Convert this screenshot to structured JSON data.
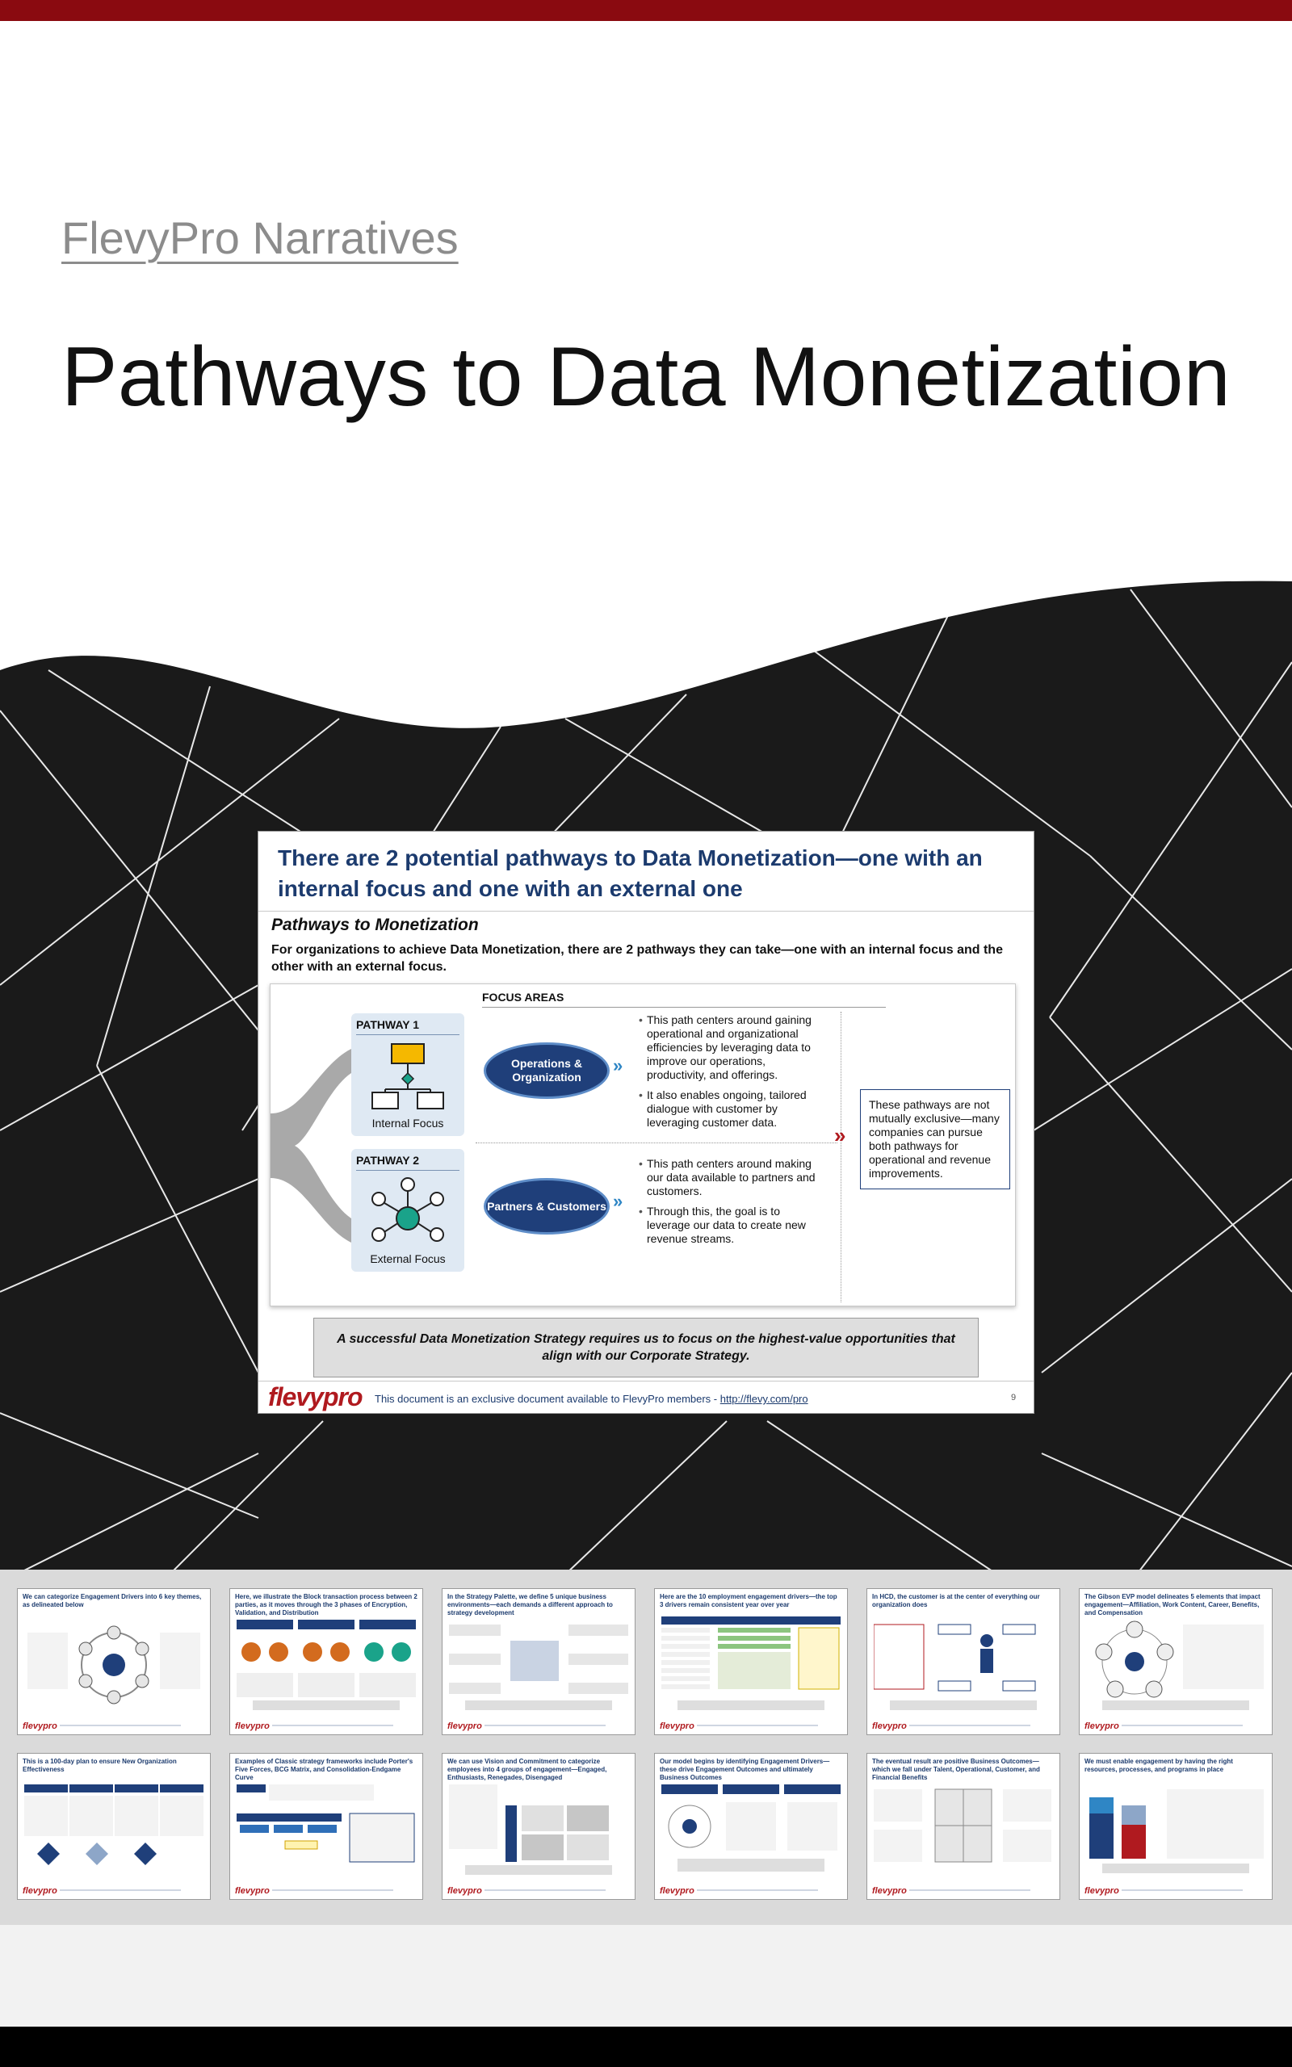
{
  "brand_label": "FlevyPro Narratives",
  "main_title": "Pathways to Data Monetization",
  "slide": {
    "title": "There are 2 potential pathways to Data Monetization—one with an internal focus and one with an external one",
    "section_title": "Pathways to Monetization",
    "intro": "For organizations to achieve Data Monetization, there are 2 pathways they can take—one with an internal focus and the other with an external focus.",
    "focus_areas_label": "FOCUS AREAS",
    "pathway1": {
      "label": "PATHWAY 1",
      "name": "Internal Focus",
      "oval": "Operations & Organization",
      "bullets": [
        "This path centers around gaining operational and organizational efficiencies by leveraging data to improve our operations, productivity, and offerings.",
        "It also enables ongoing, tailored dialogue with customer by leveraging customer data."
      ]
    },
    "pathway2": {
      "label": "PATHWAY 2",
      "name": "External Focus",
      "oval": "Partners & Customers",
      "bullets": [
        "This path centers around making our data available to partners and customers.",
        "Through this, the goal is to leverage our data to create new revenue streams."
      ]
    },
    "callout": "These pathways are not mutually exclusive—many companies can pursue both pathways for operational and revenue improvements.",
    "quote": "A successful Data Monetization Strategy requires us to focus on the highest-value opportunities that align with our Corporate Strategy.",
    "footer_logo": "flevypro",
    "footer_text": "This document is an exclusive document available to FlevyPro members - ",
    "footer_link": "http://flevy.com/pro",
    "page_number": "9"
  },
  "thumbnails": [
    {
      "title": "We can categorize Engagement Drivers into 6 key themes, as delineated below"
    },
    {
      "title": "Here, we illustrate the Block transaction process between 2 parties, as it moves through the 3 phases of Encryption, Validation, and Distribution"
    },
    {
      "title": "In the Strategy Palette, we define 5 unique business environments—each demands a different approach to strategy development"
    },
    {
      "title": "Here are the 10 employment engagement drivers—the top 3 drivers remain consistent year over year"
    },
    {
      "title": "In HCD, the customer is at the center of everything our organization does"
    },
    {
      "title": "The Gibson EVP model delineates 5 elements that impact engagement—Affiliation, Work Content, Career, Benefits, and Compensation"
    },
    {
      "title": "This is a 100-day plan to ensure New Organization Effectiveness"
    },
    {
      "title": "Examples of Classic strategy frameworks include Porter's Five Forces, BCG Matrix, and Consolidation-Endgame Curve"
    },
    {
      "title": "We can use Vision and Commitment to categorize employees into 4 groups of engagement—Engaged, Enthusiasts, Renegades, Disengaged"
    },
    {
      "title": "Our model begins by identifying Engagement Drivers—these drive Engagement Outcomes and ultimately Business Outcomes"
    },
    {
      "title": "The eventual result are positive Business Outcomes—which we fall under Talent, Operational, Customer, and Financial Benefits"
    },
    {
      "title": "We must enable engagement by having the right resources, processes, and programs in place"
    }
  ],
  "thumb_logo": "flevypro",
  "colors": {
    "top_bar": "#8a0a10",
    "title_blue": "#1c3b6e",
    "oval_blue": "#1f3f7a",
    "accent_red": "#b01a1f"
  }
}
